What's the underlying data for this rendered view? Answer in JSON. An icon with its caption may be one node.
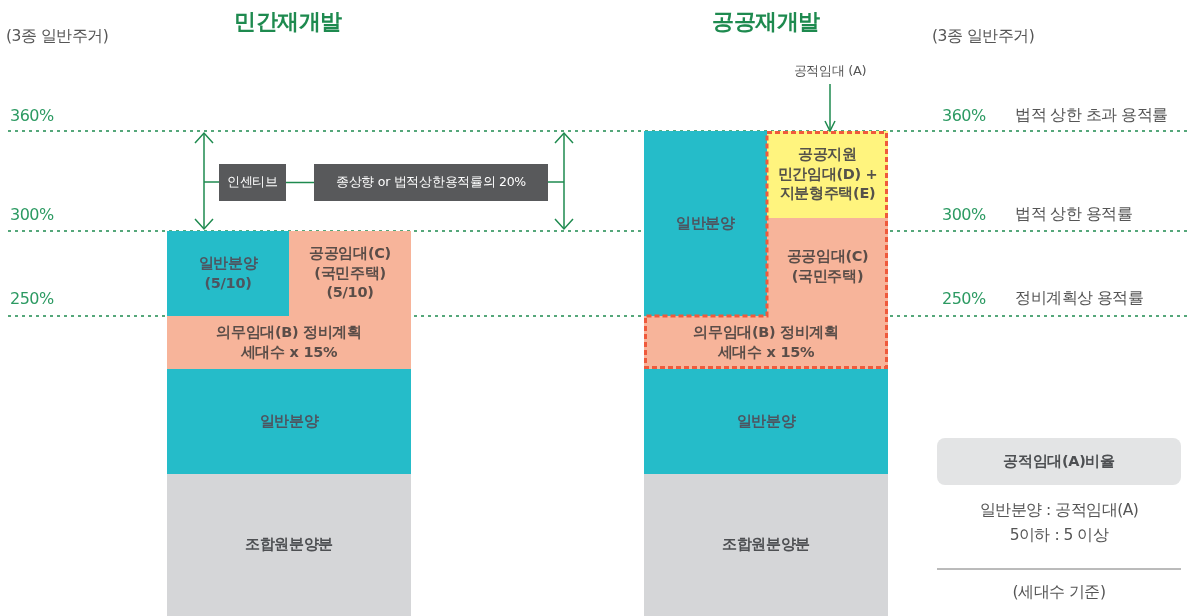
{
  "diagram": {
    "nodes": [
      {
        "text": [
          "일반분양 (5/10)"
        ]
      },
      {
        "text": [
          "공공임대(C) (국민주택) (5/10)"
        ]
      },
      {
        "text": [
          "의무임대(B) 정비계획 세대수 x 15%"
        ]
      },
      {
        "text": [
          "일반분양"
        ]
      },
      {
        "text": [
          "조합원분양분"
        ]
      },
      {
        "text": [
          "인센티브"
        ]
      },
      {
        "text": [
          "종상향 or 법적상한용적률의 20%"
        ]
      },
      {
        "text": [
          "일반분양"
        ]
      },
      {
        "text": [
          "공공지원 민간임대(D) + 지분형주택(E)"
        ],
        "in": 14
      },
      {
        "text": [
          "공공임대(C) (국민주택)"
        ],
        "in": 14
      },
      {
        "text": [
          "의무임대(B) 정비계획 세대수 x 15%"
        ],
        "in": 14
      },
      {
        "text": [
          "일반분양"
        ]
      },
      {
        "text": [
          "조합원분양분"
        ]
      },
      {
        "text": [
          "공적임대 (A)"
        ]
      },
      {
        "text": [],
        "shape": "box"
      },
      {
        "text": [
          "공적임대(A)비율"
        ]
      }
    ],
    "edges": [
      {
        "from": null,
        "to": 5,
        "arrow": "none"
      },
      {
        "from": 5,
        "to": 6,
        "arrow": "none"
      },
      {
        "from": 6,
        "to": null,
        "arrow": "none"
      },
      {
        "from": 13,
        "to": 14,
        "arrow": "to"
      }
    ],
    "labels": [
      "민간재개발",
      "공공재개발",
      "(3종 일반주거)",
      "(3종 일반주거)",
      "360%",
      "300%",
      "250%",
      "360%",
      "법적 상한 초과 용적률",
      "300%",
      "법적 상한 용적률",
      "250%",
      "정비계획상 용적률",
      "일반분양 : 공적임대(A)",
      "5이하 : 5 이상",
      "(세대수 기준)"
    ]
  }
}
